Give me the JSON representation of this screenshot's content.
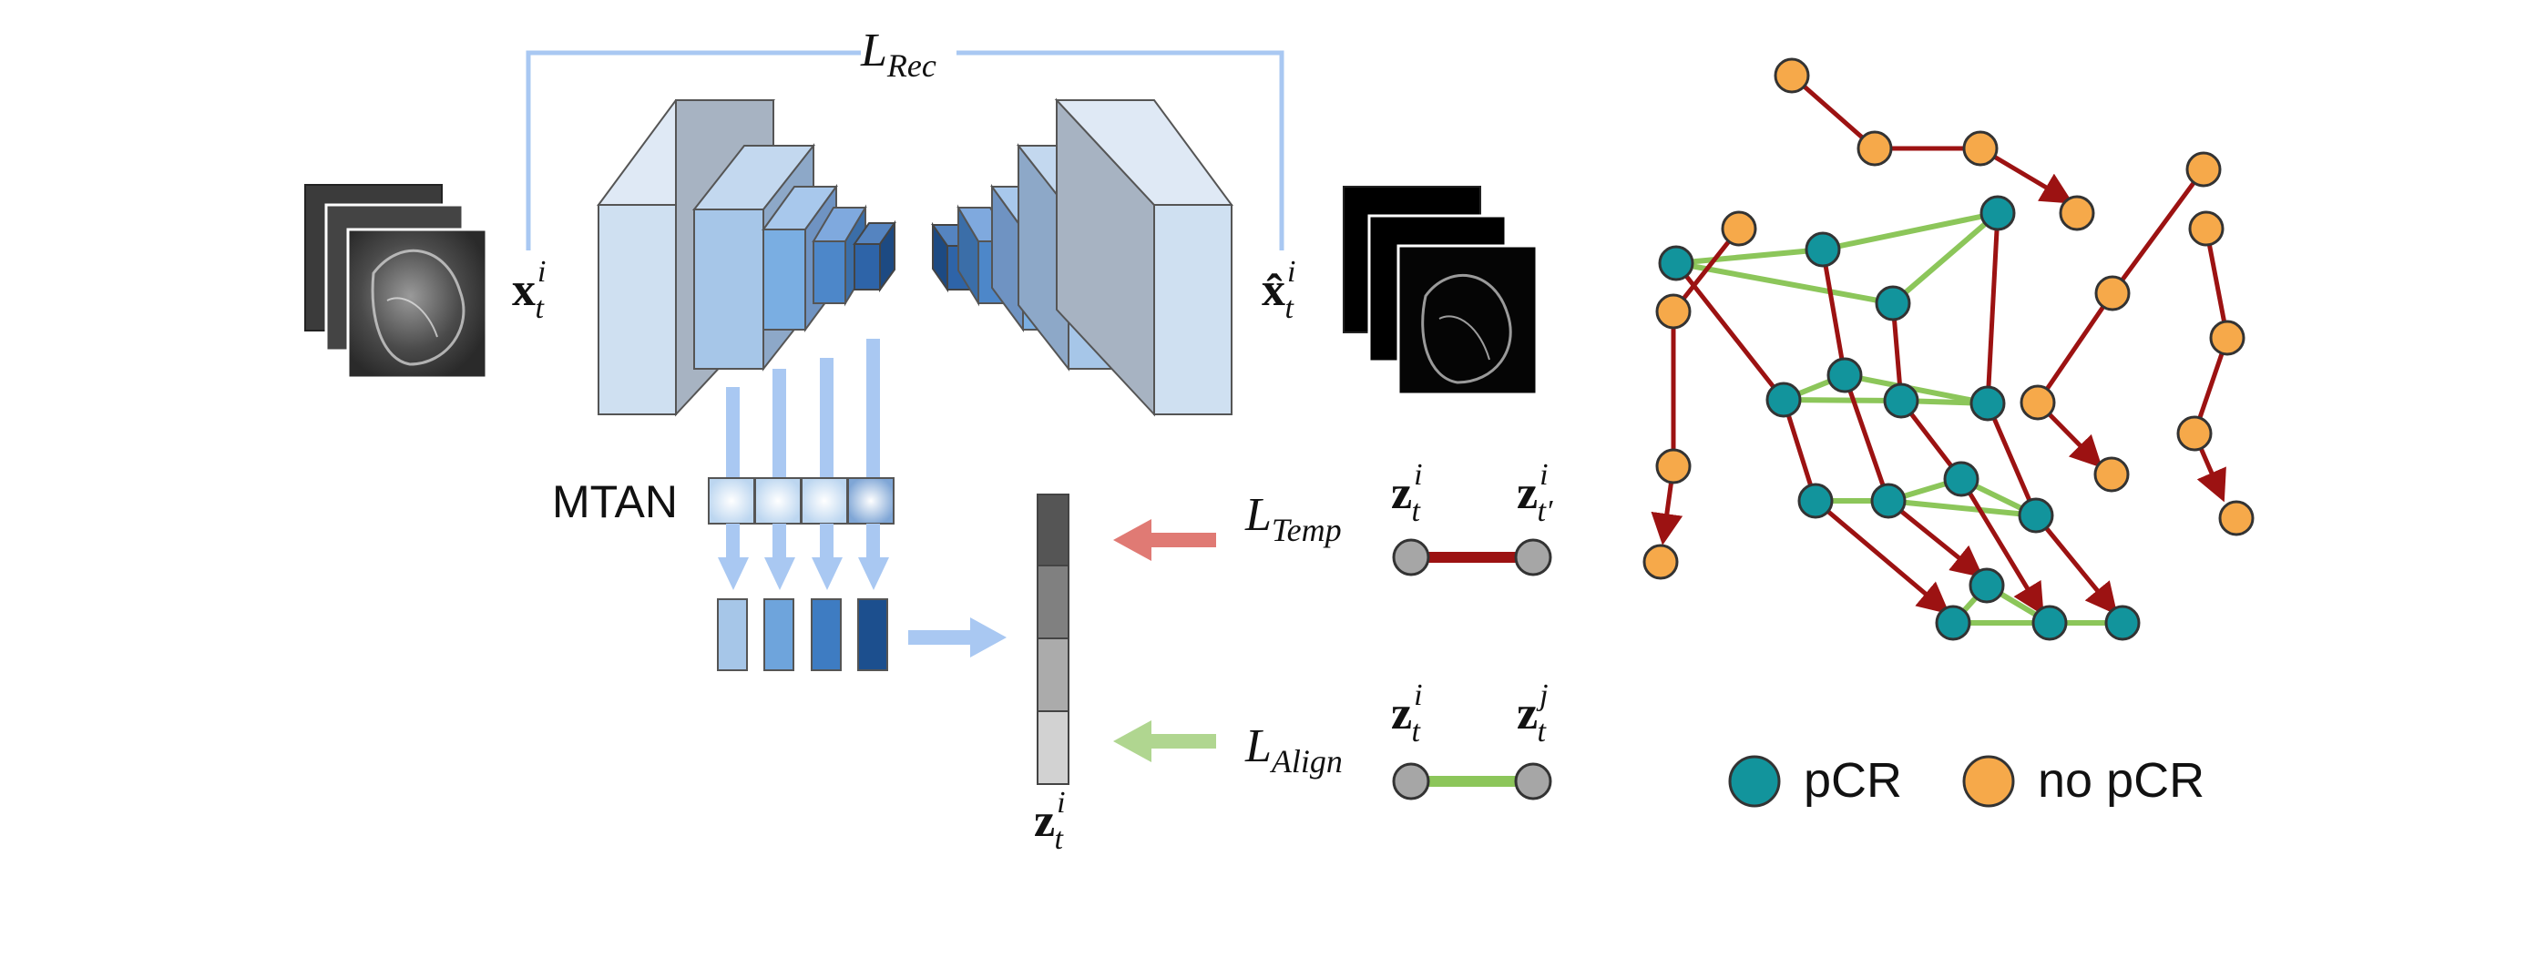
{
  "colors": {
    "rec_line": "#a9c8f2",
    "temp_arrow": "#e07a74",
    "align_arrow": "#b0d690",
    "red_edge": "#9c1212",
    "green_edge": "#8cc65a",
    "pcr_node": "#12949c",
    "nopcr_node": "#f6a94a",
    "gray_node": "#a6a6a6",
    "encoder_front": "#cfe0f1",
    "encoder_side": "#a7b3c2"
  },
  "loss_labels": {
    "rec": {
      "main": "L",
      "sub": "Rec"
    },
    "temp": {
      "main": "L",
      "sub": "Temp"
    },
    "align": {
      "main": "L",
      "sub": "Align"
    }
  },
  "module_label": "MTAN",
  "vars": {
    "input": {
      "base": "x",
      "sub": "t",
      "sup": "i"
    },
    "recon": {
      "base": "x̂",
      "sub": "t",
      "sup": "i"
    },
    "latent": {
      "base": "z",
      "sub": "t",
      "sup": "i"
    },
    "temp_left": {
      "base": "z",
      "sub": "t",
      "sup": "i"
    },
    "temp_right": {
      "base": "z",
      "sub": "t′",
      "sup": "i"
    },
    "align_left": {
      "base": "z",
      "sub": "t",
      "sup": "i"
    },
    "align_right": {
      "base": "z",
      "sub": "t",
      "sup": "j"
    }
  },
  "legend": [
    {
      "name": "pcr-legend",
      "label": "pCR",
      "color_key": "pcr_node"
    },
    {
      "name": "nopcr-legend",
      "label": "no pCR",
      "color_key": "nopcr_node"
    }
  ]
}
